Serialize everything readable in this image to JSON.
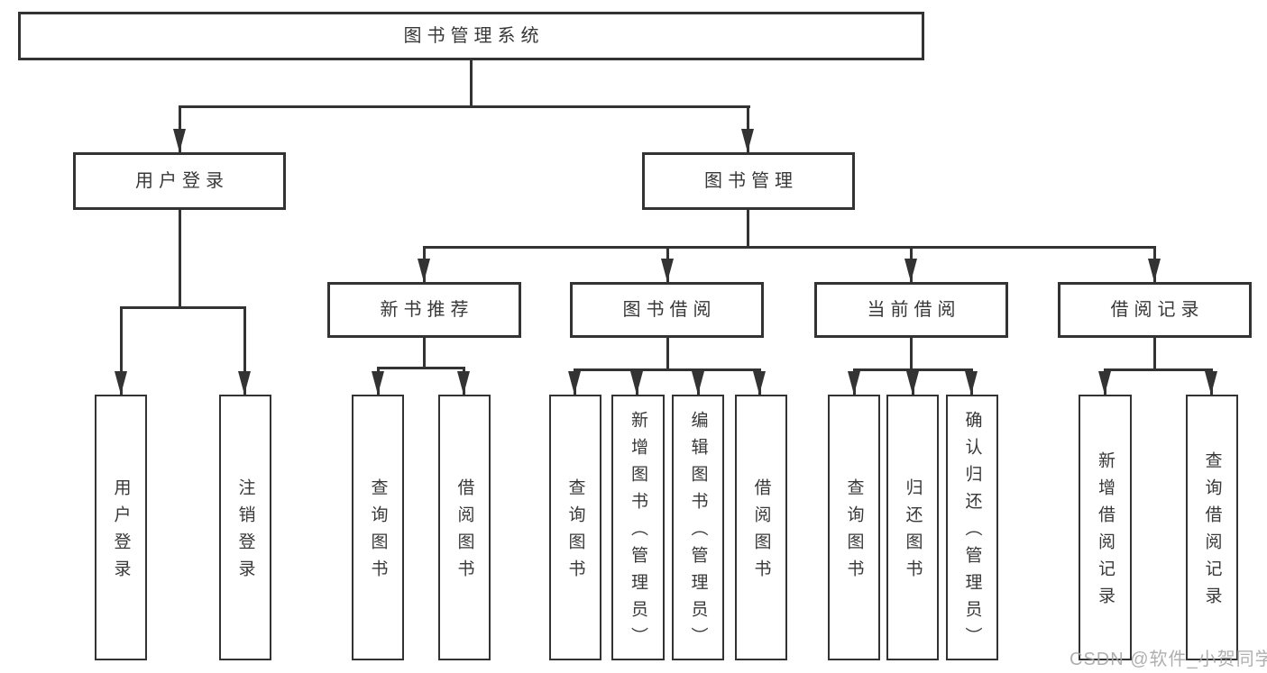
{
  "diagram": {
    "root": {
      "label": "图书管理系统"
    },
    "branches": [
      {
        "label": "用户登录",
        "leaves": [
          "用户登录",
          "注销登录"
        ]
      },
      {
        "label": "图书管理",
        "groups": [
          {
            "label": "新书推荐",
            "leaves": [
              "查询图书",
              "借阅图书"
            ]
          },
          {
            "label": "图书借阅",
            "leaves": [
              "查询图书",
              "新增图书（管理员）",
              "编辑图书（管理员）",
              "借阅图书"
            ]
          },
          {
            "label": "当前借阅",
            "leaves": [
              "查询图书",
              "归还图书",
              "确认归还（管理员）"
            ]
          },
          {
            "label": "借阅记录",
            "leaves": [
              "新增借阅记录",
              "查询借阅记录"
            ]
          }
        ]
      }
    ]
  },
  "watermark": {
    "text": "CSDN @软件_小贺同学",
    "color": "#a7a7a7"
  },
  "colors": {
    "background": "#ffffff",
    "box_fill": "#ffffff",
    "box_border": "#333333",
    "line": "#333333",
    "text": "#383838"
  }
}
